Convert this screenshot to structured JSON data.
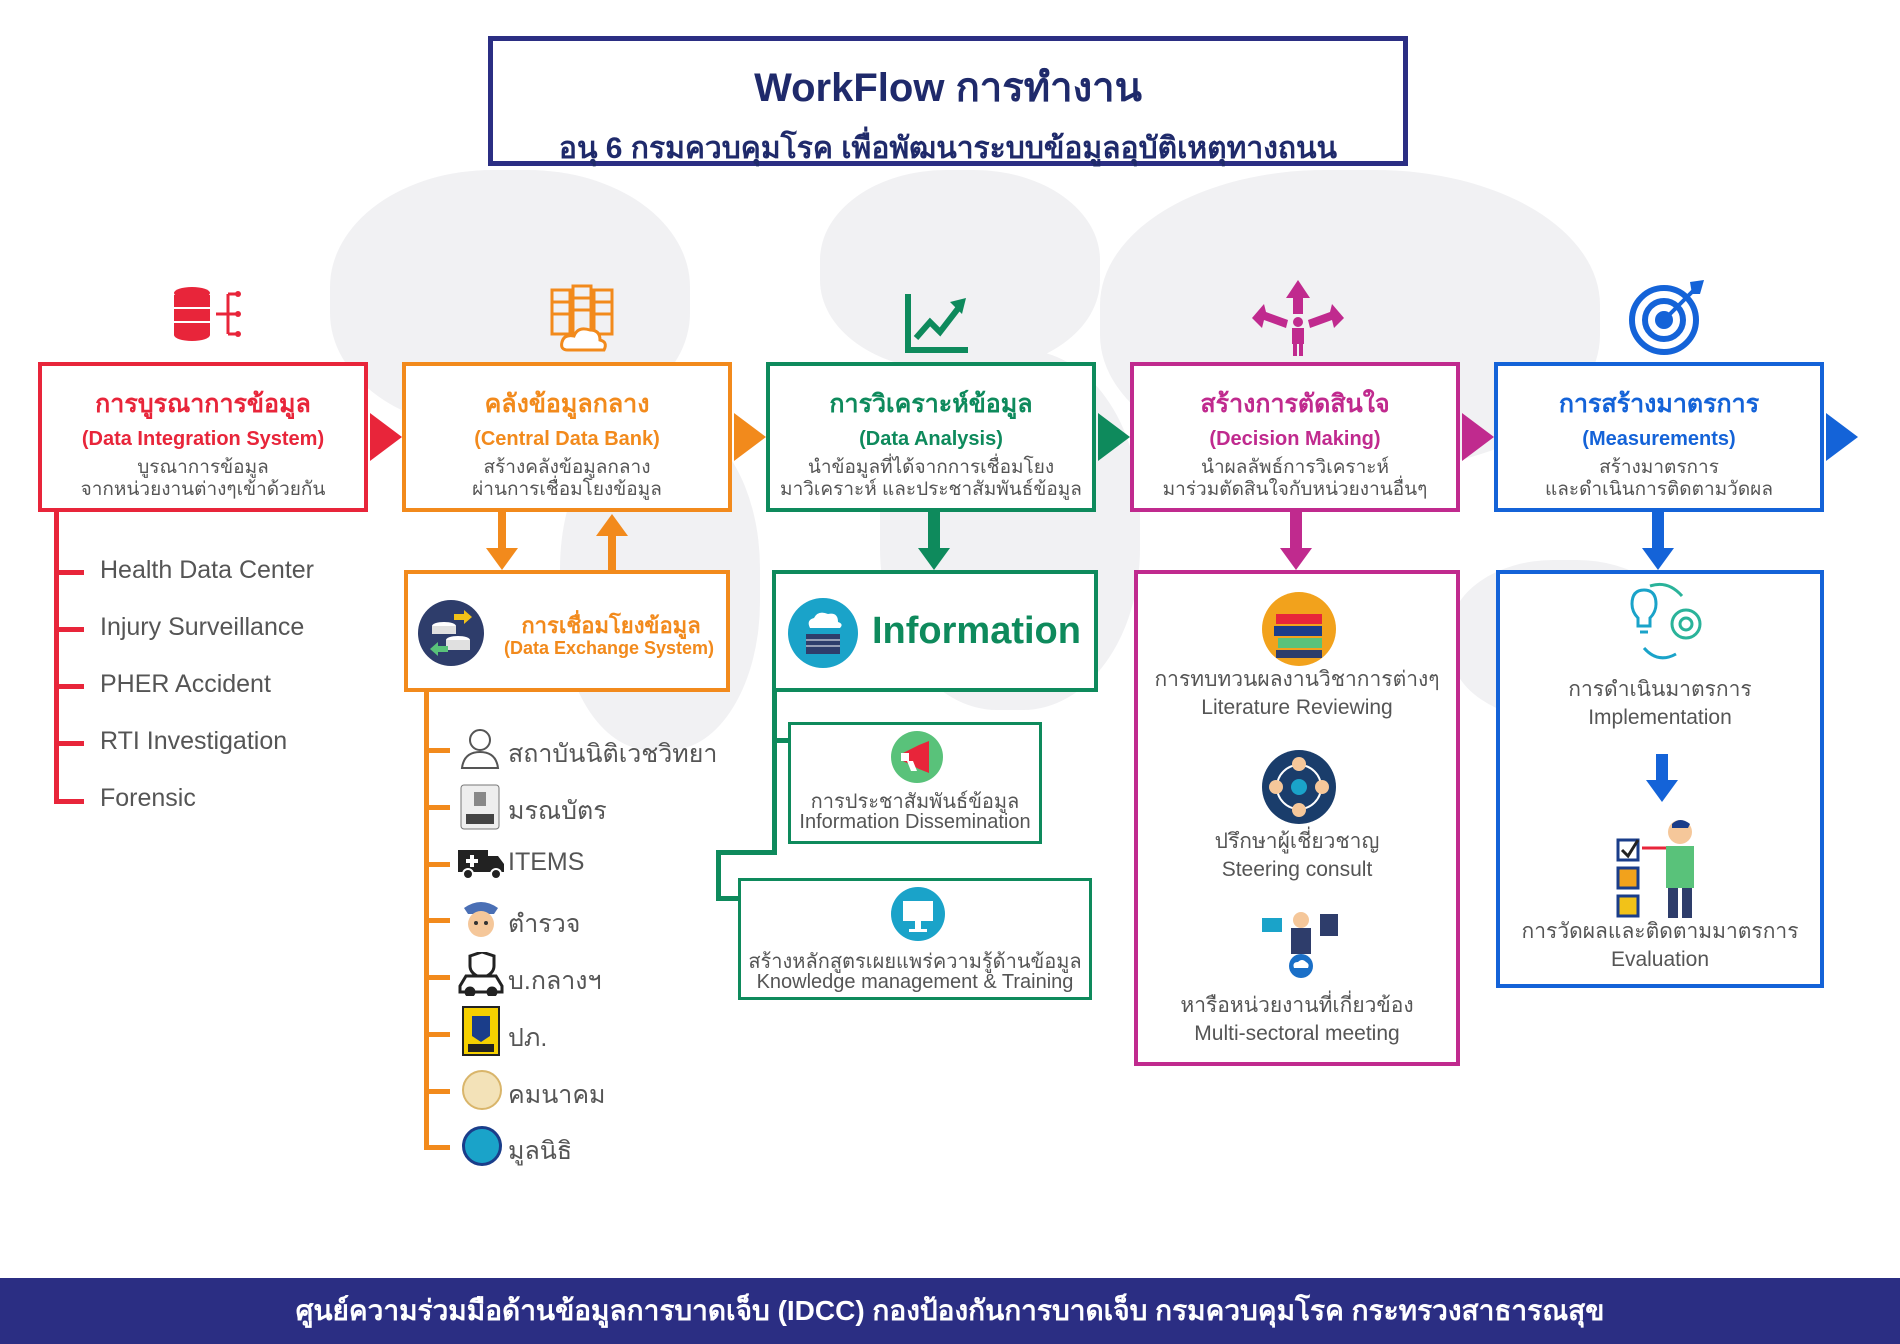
{
  "title": {
    "line1": "WorkFlow การทำงาน",
    "line2": "อนุ 6 กรมควบคุมโรค เพื่อพัฒนาระบบข้อมูลอุบัติเหตุทางถนน"
  },
  "colors": {
    "red": "#e8253a",
    "orange": "#f28a1c",
    "green": "#0e8a5c",
    "magenta": "#c02a8e",
    "blue": "#1463d8",
    "navy": "#2b2e83"
  },
  "stages": [
    {
      "th": "การบูรณาการข้อมูล",
      "en": "(Data Integration System)",
      "desc1": "บูรณาการข้อมูล",
      "desc2": "จากหน่วยงานต่างๆเข้าด้วยกัน",
      "icon": "database-icon"
    },
    {
      "th": "คลังข้อมูลกลาง",
      "en": "(Central Data Bank)",
      "desc1": "สร้างคลังข้อมูลกลาง",
      "desc2": "ผ่านการเชื่อมโยงข้อมูล",
      "icon": "server-cloud-icon"
    },
    {
      "th": "การวิเคราะห์ข้อมูล",
      "en": "(Data Analysis)",
      "desc1": "นำข้อมูลที่ได้จากการเชื่อมโยง",
      "desc2": "มาวิเคราะห์ และประชาสัมพันธ์ข้อมูล",
      "icon": "trend-chart-icon"
    },
    {
      "th": "สร้างการตัดสินใจ",
      "en": "(Decision Making)",
      "desc1": "นำผลลัพธ์การวิเคราะห์",
      "desc2": "มาร่วมตัดสินใจกับหน่วยงานอื่นๆ",
      "icon": "decision-arrows-icon"
    },
    {
      "th": "การสร้างมาตรการ",
      "en": "(Measurements)",
      "desc1": "สร้างมาตรการ",
      "desc2": "และดำเนินการติดตามวัดผล",
      "icon": "target-icon"
    }
  ],
  "integration_sources": [
    "Health Data Center",
    "Injury Surveillance",
    "PHER Accident",
    "RTI Investigation",
    "Forensic"
  ],
  "exchange": {
    "th": "การเชื่อมโยงข้อมูล",
    "en": "(Data Exchange System)"
  },
  "exchange_sources": [
    {
      "label": "สถาบันนิติเวชวิทยา",
      "icon": "person-outline-icon"
    },
    {
      "label": "มรณบัตร",
      "icon": "death-certificate-icon"
    },
    {
      "label": "ITEMS",
      "icon": "ambulance-icon"
    },
    {
      "label": "ตำรวจ",
      "icon": "police-icon"
    },
    {
      "label": "บ.กลางฯ",
      "icon": "car-insurance-icon"
    },
    {
      "label": "ปภ.",
      "icon": "disaster-dept-logo-icon"
    },
    {
      "label": "คมนาคม",
      "icon": "transport-ministry-seal-icon"
    },
    {
      "label": "มูลนิธิ",
      "icon": "foundation-logo-icon"
    }
  ],
  "information": {
    "label": "Information"
  },
  "dissemination": [
    {
      "th": "การประชาสัมพันธ์ข้อมูล",
      "en": "Information Dissemination",
      "icon": "megaphone-icon"
    },
    {
      "th": "สร้างหลักสูตรเผยแพร่ความรู้ด้านข้อมูล",
      "en": "Knowledge management & Training",
      "icon": "presentation-icon"
    }
  ],
  "decision_items": [
    {
      "th": "การทบทวนผลงานวิชาการต่างๆ",
      "en": "Literature Reviewing",
      "icon": "books-icon"
    },
    {
      "th": "ปรึกษาผู้เชี่ยวชาญ",
      "en": "Steering consult",
      "icon": "expert-network-icon"
    },
    {
      "th": "หารือหน่วยงานที่เกี่ยวข้อง",
      "en": "Multi-sectoral meeting",
      "icon": "meeting-icon"
    }
  ],
  "measure_items": [
    {
      "th": "การดำเนินมาตรการ",
      "en": "Implementation",
      "icon": "idea-gear-icon"
    },
    {
      "th": "การวัดผลและติดตามมาตรการ",
      "en": "Evaluation",
      "icon": "checklist-person-icon"
    }
  ],
  "footer": "ศูนย์ความร่วมมือด้านข้อมูลการบาดเจ็บ (IDCC) กองป้องกันการบาดเจ็บ กรมควบคุมโรค กระทรวงสาธารณสุข"
}
